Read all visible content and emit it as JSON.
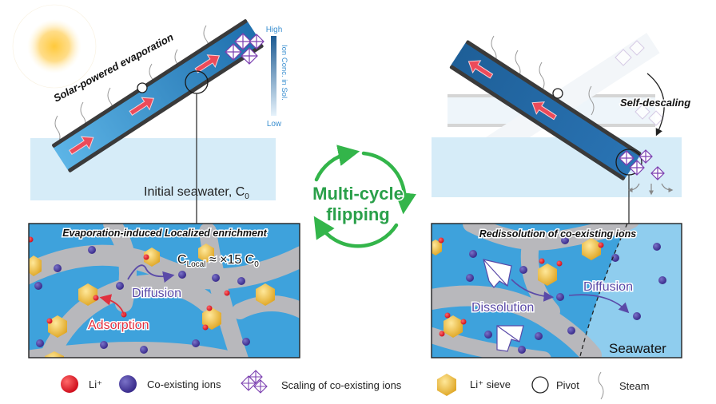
{
  "colors": {
    "water_light": "#d6ecf8",
    "channel_blue": "#2f8fd0",
    "channel_dark": "#1f5f94",
    "tube_wall": "#3a3a3a",
    "flow_arrow": "#ec4b5a",
    "li_ion": "#e0202f",
    "co_ion": "#4c3fa0",
    "sieve": "#f0c24a",
    "scale": "#7b3fb0",
    "cycle_green": "#33b54a",
    "panel_bg": "#3ea2dc",
    "skeleton": "#b5b5b8",
    "diffusion_text": "#5a4aa8",
    "adsorption_text": "#e0303f"
  },
  "left": {
    "title": "Solar-powered evaporation",
    "colorbar": {
      "high": "High",
      "low": "Low",
      "label": "Ion Conc. in Sol."
    },
    "seawater_label": "Initial seawater, C",
    "seawater_sub": "0",
    "panel": {
      "title": "Evaporation-induced Localized enrichment",
      "c_local": "C",
      "c_local_sub": "Local",
      "c_local_rest": " ≈ ×15 C",
      "c_local_sub2": "0",
      "diffusion": "Diffusion",
      "adsorption": "Adsorption"
    }
  },
  "center": {
    "line1": "Multi-cycle",
    "line2": "flipping"
  },
  "right": {
    "self_descaling": "Self-descaling",
    "panel": {
      "title": "Redissolution of co-existing ions",
      "dissolution": "Dissolution",
      "diffusion": "Diffusion",
      "seawater": "Seawater"
    }
  },
  "legend": [
    {
      "icon": "li-ion-icon",
      "label": "Li⁺"
    },
    {
      "icon": "co-existing-ion-icon",
      "label": "Co-existing ions"
    },
    {
      "icon": "scaling-icon",
      "label": "Scaling of co-existing ions"
    },
    {
      "icon": "li-sieve-icon",
      "label": "Li⁺ sieve"
    },
    {
      "icon": "pivot-icon",
      "label": "Pivot"
    },
    {
      "icon": "steam-icon",
      "label": "Steam"
    }
  ]
}
